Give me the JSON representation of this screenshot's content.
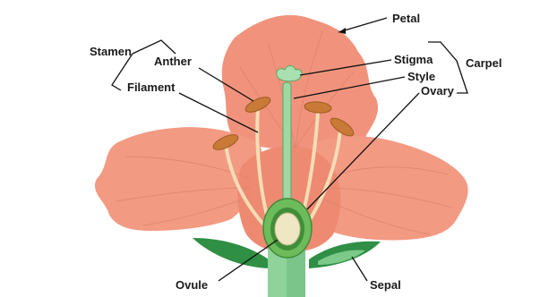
{
  "labels": {
    "petal": "Petal",
    "stamen": "Stamen",
    "anther": "Anther",
    "filament": "Filament",
    "stigma": "Stigma",
    "style": "Style",
    "ovary": "Ovary",
    "carpel": "Carpel",
    "ovule": "Ovule",
    "sepal": "Sepal"
  },
  "colors": {
    "petal": "#f1937c",
    "petal_dark": "#e8785f",
    "sepal": "#3a9a4c",
    "stem": "#8fd39a",
    "ovary": "#6dbb5a",
    "ovule": "#efe6c3",
    "anther": "#c97a36",
    "filament": "#f3ddb5"
  }
}
